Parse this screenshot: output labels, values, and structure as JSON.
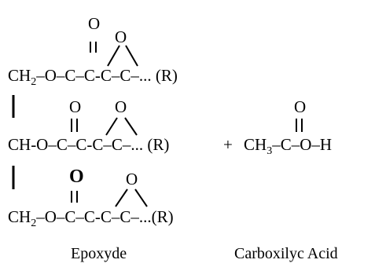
{
  "epoxide": {
    "rows": [
      {
        "carbon": "CH",
        "sub": "2",
        "chain": "–O–C–C-C–C–... (R)",
        "carbonyl_o": "O",
        "epoxide_o": "O"
      },
      {
        "carbon": "CH",
        "chain": "-O–C–C-C–C–... (R)",
        "carbonyl_o": "O",
        "epoxide_o": "O"
      },
      {
        "carbon": "CH",
        "sub": "2",
        "chain": "–O–C–C-C–C–...(R)",
        "carbonyl_o": "O",
        "epoxide_o": "O"
      }
    ],
    "label": "Epoxyde"
  },
  "plus": "+",
  "acid": {
    "pre": "CH",
    "sub": "3",
    "post": "–C–O–H",
    "carbonyl_o": "O",
    "label": "Carboxilyc Acid"
  }
}
